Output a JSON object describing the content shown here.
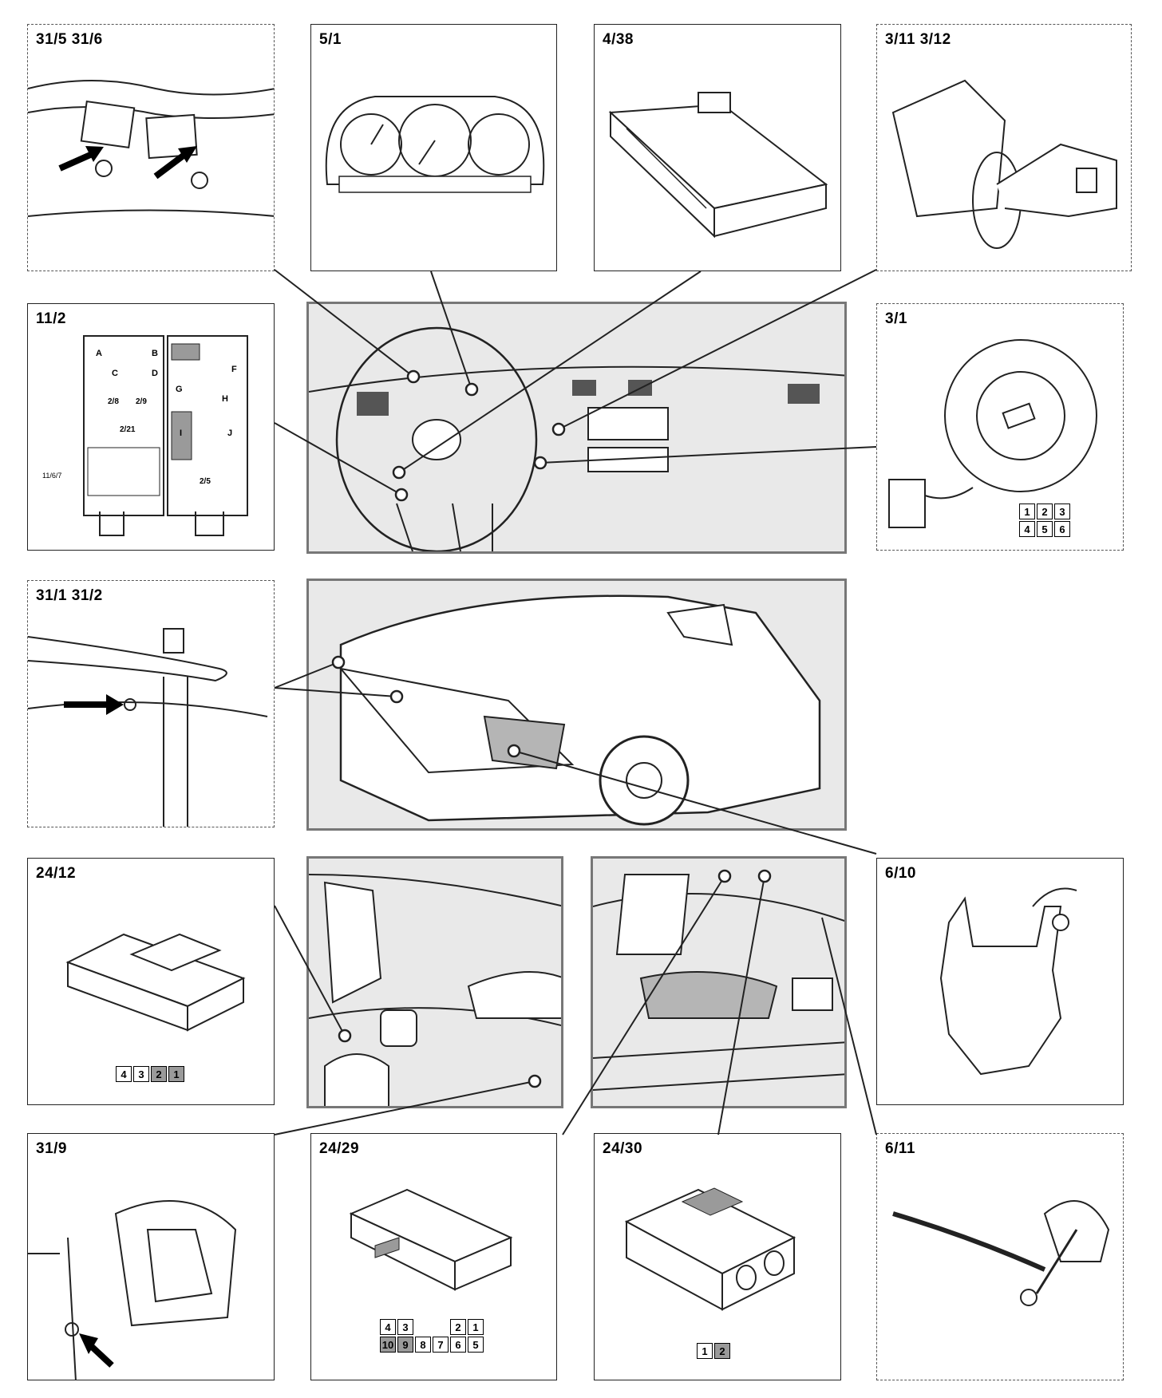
{
  "panels": {
    "p_31_5": {
      "label": "31/5  31/6"
    },
    "p_5_1": {
      "label": "5/1"
    },
    "p_4_38": {
      "label": "4/38"
    },
    "p_3_11": {
      "label": "3/11 3/12"
    },
    "p_11_2": {
      "label": "11/2",
      "fuse_labels": [
        "A",
        "B",
        "C",
        "D",
        "2/8",
        "2/9",
        "2/21",
        "F",
        "G",
        "H",
        "I",
        "J",
        "2/5",
        "11/6/7"
      ]
    },
    "p_3_1": {
      "label": "3/1",
      "pins": [
        "1",
        "2",
        "3",
        "4",
        "5",
        "6"
      ]
    },
    "p_31_1": {
      "label": "31/1 31/2"
    },
    "p_24_12": {
      "label": "24/12",
      "pins": [
        "4",
        "3",
        "2",
        "1"
      ]
    },
    "p_6_10": {
      "label": "6/10"
    },
    "p_31_9": {
      "label": "31/9"
    },
    "p_24_29": {
      "label": "24/29",
      "pins_top": [
        "4",
        "3",
        "",
        "2",
        "1"
      ],
      "pins_bottom": [
        "10",
        "9",
        "8",
        "7",
        "6",
        "5"
      ]
    },
    "p_24_30": {
      "label": "24/30",
      "pins": [
        "1",
        "2"
      ]
    },
    "p_6_11": {
      "label": "6/11"
    }
  },
  "colors": {
    "line": "#222222",
    "photo_bg": "#e9e9e9",
    "shade": "#9a9a9a"
  }
}
